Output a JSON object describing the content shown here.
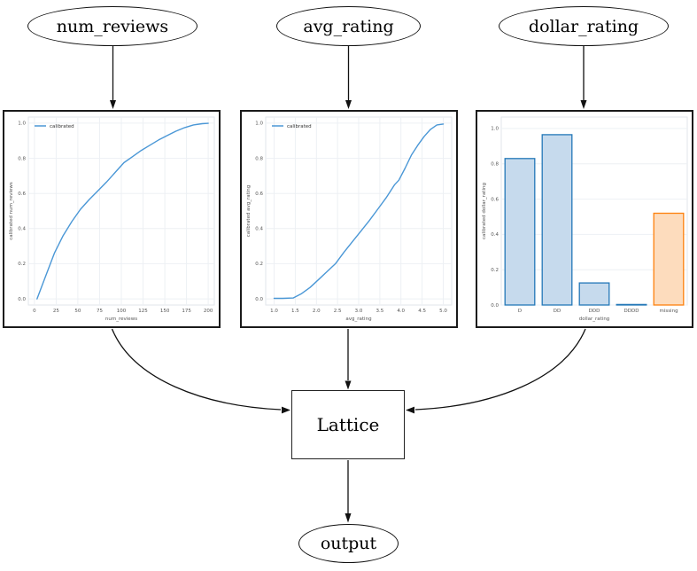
{
  "diagram": {
    "nodes": {
      "num_reviews": {
        "label": "num_reviews",
        "shape": "ellipse"
      },
      "avg_rating": {
        "label": "avg_rating",
        "shape": "ellipse"
      },
      "dollar_rating": {
        "label": "dollar_rating",
        "shape": "ellipse"
      },
      "lattice": {
        "label": "Lattice",
        "shape": "box"
      },
      "output": {
        "label": "output",
        "shape": "ellipse"
      }
    },
    "edges": [
      "num_reviews -> num_reviews_calibration_plot",
      "avg_rating -> avg_rating_calibration_plot",
      "dollar_rating -> dollar_rating_calibration_plot",
      "num_reviews_calibration_plot -> Lattice",
      "avg_rating_calibration_plot -> Lattice",
      "dollar_rating_calibration_plot -> Lattice",
      "Lattice -> output"
    ]
  },
  "colors": {
    "line": "#4a97d6",
    "grid": "#edf0f4",
    "spine": "#e2e6eb",
    "tick": "#555555",
    "bar_blue_fill": "#c6daed",
    "bar_blue_edge": "#2478b8",
    "bar_orange_fill": "#fddcbd",
    "bar_orange_edge": "#fd810d",
    "edge": "#111111"
  },
  "chart_data": [
    {
      "type": "line",
      "title": "",
      "xlabel": "num_reviews",
      "ylabel": "calibrated num_reviews",
      "legend": [
        {
          "label": "calibrated"
        }
      ],
      "legend_position": "upper left",
      "grid": true,
      "xlim": [
        -7,
        207
      ],
      "ylim": [
        -0.035,
        1.035
      ],
      "xticks": [
        0,
        25,
        50,
        75,
        100,
        125,
        150,
        175,
        200
      ],
      "xtick_labels": [
        "0",
        "25",
        "50",
        "75",
        "100",
        "125",
        "150",
        "175",
        "200"
      ],
      "yticks": [
        0.0,
        0.2,
        0.4,
        0.6,
        0.8,
        1.0
      ],
      "ytick_labels": [
        "0.0",
        "0.2",
        "0.4",
        "0.6",
        "0.8",
        "1.0"
      ],
      "series": [
        {
          "name": "calibrated",
          "x": [
            3,
            13,
            23,
            33,
            43,
            53,
            63,
            73,
            83,
            93,
            103,
            113,
            123,
            133,
            143,
            153,
            163,
            173,
            183,
            193,
            200
          ],
          "y": [
            0.0,
            0.13,
            0.26,
            0.36,
            0.44,
            0.51,
            0.565,
            0.615,
            0.665,
            0.72,
            0.775,
            0.81,
            0.845,
            0.875,
            0.905,
            0.93,
            0.955,
            0.975,
            0.99,
            0.997,
            0.999
          ]
        }
      ]
    },
    {
      "type": "line",
      "title": "",
      "xlabel": "avg_rating",
      "ylabel": "calibrated avg_rating",
      "legend": [
        {
          "label": "calibrated"
        }
      ],
      "legend_position": "upper left",
      "grid": true,
      "xlim": [
        0.8,
        5.2
      ],
      "ylim": [
        -0.035,
        1.035
      ],
      "xticks": [
        1.0,
        1.5,
        2.0,
        2.5,
        3.0,
        3.5,
        4.0,
        4.5,
        5.0
      ],
      "xtick_labels": [
        "1.0",
        "1.5",
        "2.0",
        "2.5",
        "3.0",
        "3.5",
        "4.0",
        "4.5",
        "5.0"
      ],
      "yticks": [
        0.0,
        0.2,
        0.4,
        0.6,
        0.8,
        1.0
      ],
      "ytick_labels": [
        "0.0",
        "0.2",
        "0.4",
        "0.6",
        "0.8",
        "1.0"
      ],
      "series": [
        {
          "name": "calibrated",
          "x": [
            1.0,
            1.2,
            1.45,
            1.65,
            1.85,
            2.05,
            2.25,
            2.45,
            2.65,
            2.85,
            3.05,
            3.25,
            3.45,
            3.65,
            3.85,
            3.95,
            4.1,
            4.25,
            4.4,
            4.55,
            4.7,
            4.85,
            5.0
          ],
          "y": [
            0.003,
            0.003,
            0.005,
            0.03,
            0.065,
            0.11,
            0.155,
            0.2,
            0.265,
            0.325,
            0.385,
            0.445,
            0.51,
            0.575,
            0.65,
            0.675,
            0.745,
            0.82,
            0.875,
            0.925,
            0.965,
            0.99,
            0.995
          ]
        }
      ]
    },
    {
      "type": "bar",
      "title": "",
      "xlabel": "dollar_rating",
      "ylabel": "calibrated dollar_rating",
      "grid": true,
      "ylim": [
        0,
        1.065
      ],
      "categories": [
        "D",
        "DD",
        "DDD",
        "DDDD",
        "missing"
      ],
      "values": [
        0.83,
        0.965,
        0.125,
        0.003,
        0.52
      ],
      "bar_styles": [
        "blue",
        "blue",
        "blue",
        "blue",
        "orange"
      ],
      "yticks": [
        0.0,
        0.2,
        0.4,
        0.6,
        0.8,
        1.0
      ],
      "ytick_labels": [
        "0.0",
        "0.2",
        "0.4",
        "0.6",
        "0.8",
        "1.0"
      ]
    }
  ]
}
